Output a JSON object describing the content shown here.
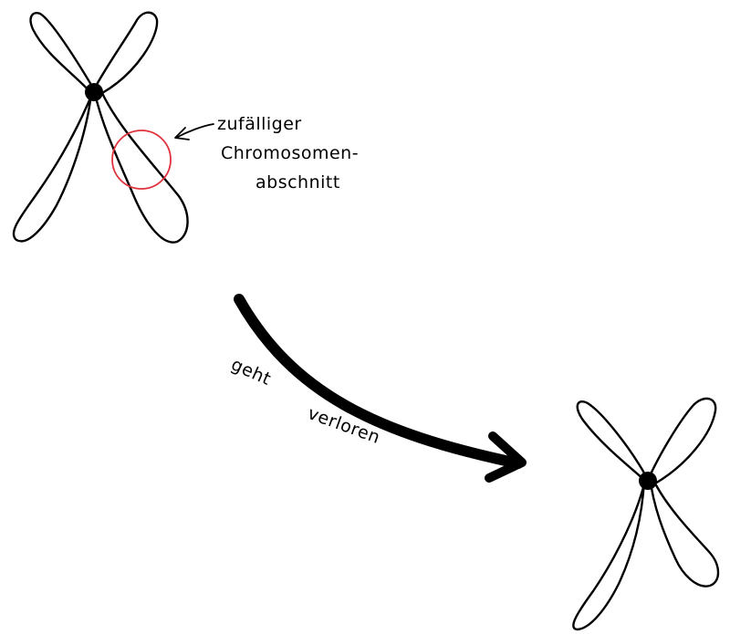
{
  "annotation": {
    "lines": [
      "zufälliger",
      "Chromosomen-",
      "abschnitt"
    ]
  },
  "arrow_label": {
    "word1": "geht",
    "word2": "verloren"
  },
  "colors": {
    "ink": "#000000",
    "highlight": "#e0323c",
    "background": "#ffffff"
  }
}
